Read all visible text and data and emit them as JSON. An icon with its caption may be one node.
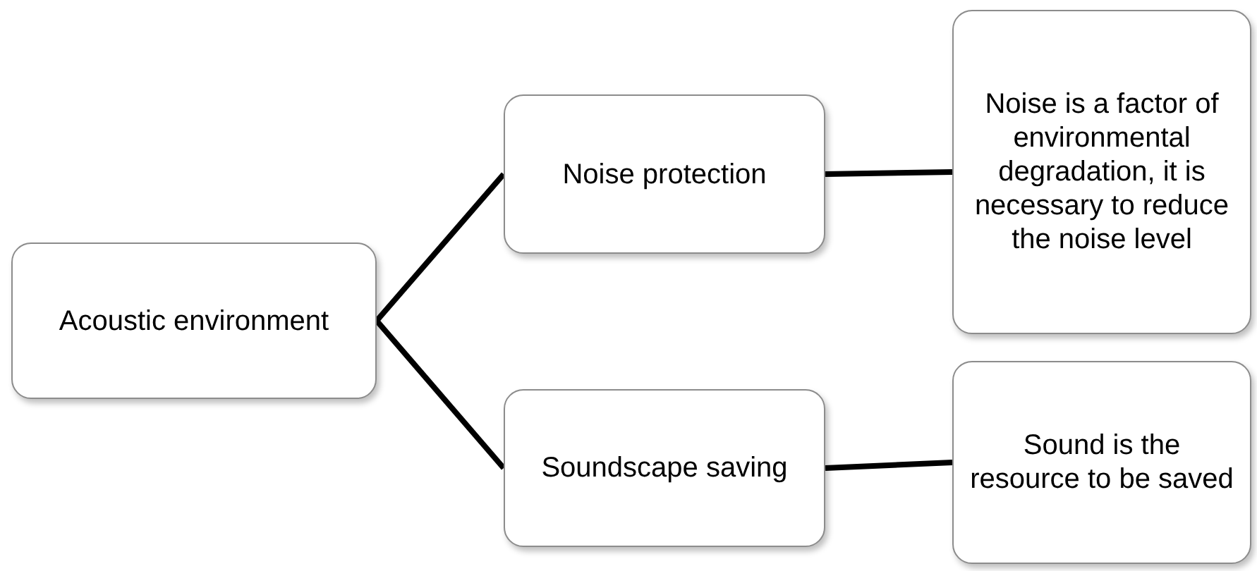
{
  "diagram": {
    "nodes": [
      {
        "text": [
          "Acoustic environment"
        ]
      },
      {
        "text": [
          "Noise protection"
        ]
      },
      {
        "text": [
          "Noise is a factor of environmental degradation, it is necessary to reduce the noise level"
        ]
      },
      {
        "text": [
          "Soundscape saving"
        ]
      },
      {
        "text": [
          "Sound is the resource to be saved"
        ]
      }
    ],
    "edges": [
      {
        "from": 0,
        "to": 1,
        "arrow": "none"
      },
      {
        "from": 1,
        "to": 2,
        "arrow": "none"
      },
      {
        "from": 0,
        "to": 3,
        "arrow": "none"
      },
      {
        "from": 3,
        "to": 4,
        "arrow": "none"
      }
    ]
  }
}
